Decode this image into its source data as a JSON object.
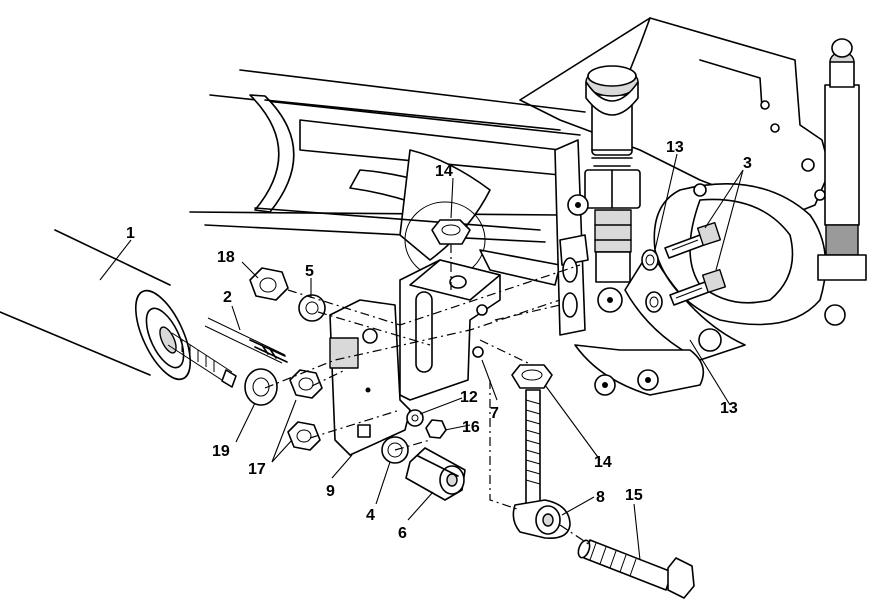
{
  "diagram": {
    "type": "exploded-parts-view",
    "callouts": [
      {
        "id": "c1",
        "label": "1"
      },
      {
        "id": "c2",
        "label": "2"
      },
      {
        "id": "c3",
        "label": "3"
      },
      {
        "id": "c4",
        "label": "4"
      },
      {
        "id": "c5",
        "label": "5"
      },
      {
        "id": "c6",
        "label": "6"
      },
      {
        "id": "c7",
        "label": "7"
      },
      {
        "id": "c8",
        "label": "8"
      },
      {
        "id": "c9",
        "label": "9"
      },
      {
        "id": "c12",
        "label": "12"
      },
      {
        "id": "c13a",
        "label": "13"
      },
      {
        "id": "c13b",
        "label": "13"
      },
      {
        "id": "c14a",
        "label": "14"
      },
      {
        "id": "c14b",
        "label": "14"
      },
      {
        "id": "c15",
        "label": "15"
      },
      {
        "id": "c16",
        "label": "16"
      },
      {
        "id": "c17",
        "label": "17"
      },
      {
        "id": "c18",
        "label": "18"
      },
      {
        "id": "c19",
        "label": "19"
      }
    ]
  }
}
